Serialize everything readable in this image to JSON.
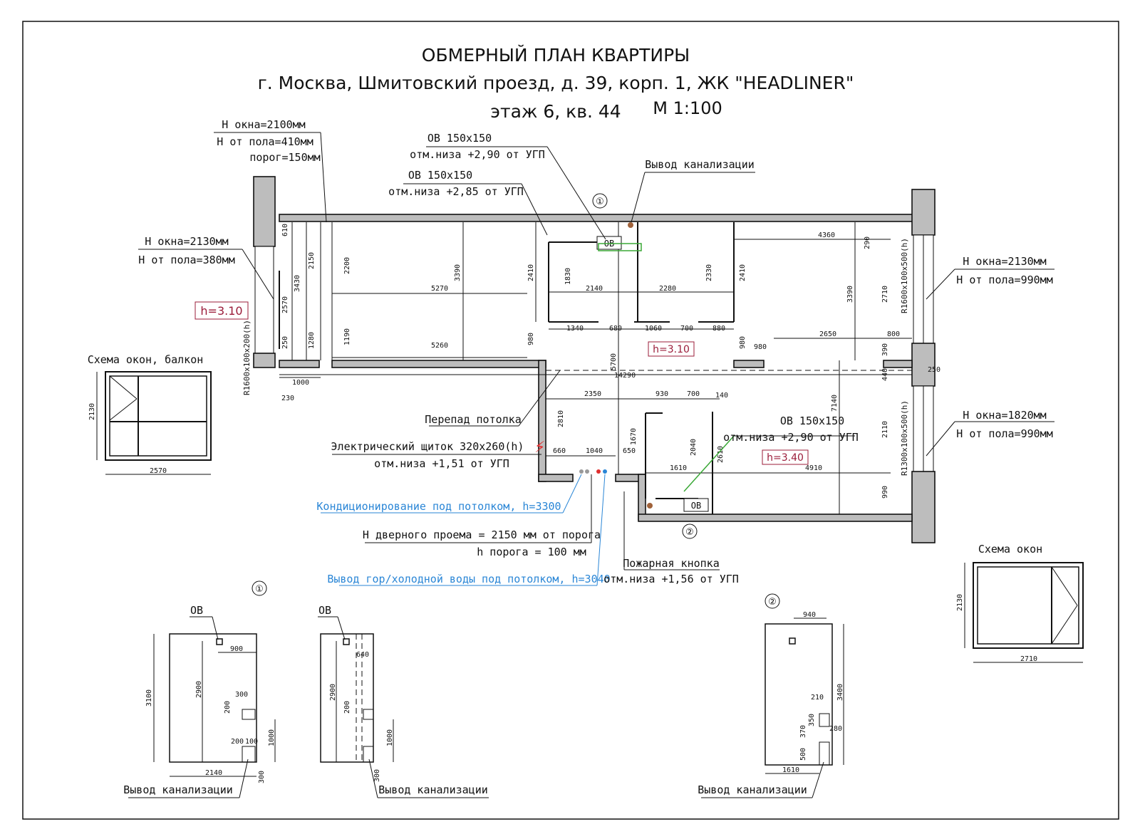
{
  "title": {
    "line1": "ОБМЕРНЫЙ ПЛАН КВАРТИРЫ",
    "line2": "г. Москва, Шмитовский проезд, д. 39, корп. 1, ЖК \"HEADLINER\"",
    "line3": "этаж 6, кв. 44",
    "scale": "М 1:100"
  },
  "annotations": {
    "window_left_top_h": "H окна=2100мм",
    "window_left_top_floor": "H от пола=410мм",
    "window_left_top_sill": "порог=150мм",
    "window_left_h": "H окна=2130мм",
    "window_left_floor": "H от пола=380мм",
    "window_right_top_h": "H окна=2130мм",
    "window_right_top_floor": "H от пола=990мм",
    "window_right_bottom_h": "H окна=1820мм",
    "window_right_bottom_floor": "H от пола=990мм",
    "ov1_name": "ОВ 150х150",
    "ov1_level": "отм.низа +2,90 от УГП",
    "ov2_name": "ОВ 150х150",
    "ov2_level": "отм.низа +2,85 от УГП",
    "ov3_name": "ОВ 150х150",
    "ov3_level": "отм.низа +2,90 от УГП",
    "sewer_out": "Вывод канализации",
    "ceiling_drop": "Перепад потолка",
    "panel": "Электрический щиток 320х260(h)",
    "panel_level": "отм.низа +1,51 от УГП",
    "ac": "Кондиционирование под потолком, h=3300",
    "door_h": "H дверного проема = 2150 мм от порога",
    "door_sill": "h порога = 100 мм",
    "water": "Вывод гор/холодной воды под потолком, h=3040",
    "fire_btn": "Пожарная кнопка",
    "fire_level": "отм.низа +1,56 от УГП",
    "ov_short": "ОВ",
    "marker1": "①",
    "marker2": "②",
    "h310a": "h=3.10",
    "h310b": "h=3.10",
    "h340": "h=3.40",
    "win_code_left": "R1600х100х200(h)",
    "win_code_right_top": "R1600х100х500(h)",
    "win_code_right_bottom": "R1300х100х500(h)"
  },
  "schemes": {
    "balcony_title": "Схема окон, балкон",
    "balcony_w": "2570",
    "balcony_h": "2130",
    "windows_title": "Схема окон",
    "windows_w": "2710",
    "windows_h": "2130"
  },
  "details": {
    "d1_marker": "①",
    "d1_ov": "ОВ",
    "d1_sewer": "Вывод канализации",
    "d1a_w": "2140",
    "d1a_h": "3100",
    "d1a_900": "900",
    "d1a_2900": "2900",
    "d1a_300": "300",
    "d1a_200": "200",
    "d1a_200b": "200",
    "d1a_100": "100",
    "d1a_1000": "1000",
    "d1a_300b": "300",
    "d1b_ov": "ОВ",
    "d1b_640": "640",
    "d1b_2900": "2900",
    "d1b_200": "200",
    "d1b_1000": "1000",
    "d1b_300": "300",
    "d1b_sewer": "Вывод канализации",
    "d2_marker": "②",
    "d2_940": "940",
    "d2_3400": "3400",
    "d2_210": "210",
    "d2_350": "350",
    "d2_370": "370",
    "d2_280": "280",
    "d2_500": "500",
    "d2_1610": "1610",
    "d2_sewer": "Вывод канализации"
  },
  "dims": {
    "d610": "610",
    "d3430": "3430",
    "d2150": "2150",
    "d2200": "2200",
    "d3390a": "3390",
    "d2570": "2570",
    "d250": "250",
    "d1280": "1280",
    "d1190": "1190",
    "d1000": "1000",
    "d230": "230",
    "d5270": "5270",
    "d5260": "5260",
    "d2410a": "2410",
    "d980a": "980",
    "d1830": "1830",
    "d2140": "2140",
    "d1340": "1340",
    "d680": "680",
    "d1060": "1060",
    "d700a": "700",
    "d880": "880",
    "d2330": "2330",
    "d2280": "2280",
    "d2410b": "2410",
    "d980b": "980",
    "d980c": "980",
    "d4360": "4360",
    "d290": "290",
    "d3390b": "3390",
    "d2710": "2710",
    "d2650": "2650",
    "d800": "800",
    "d390": "390",
    "d250b": "250",
    "d440": "440",
    "d14290": "14290",
    "d5700": "5700",
    "d7140": "7140",
    "d2350": "2350",
    "d930": "930",
    "d700b": "700",
    "d140": "140",
    "d2810": "2810",
    "d660": "660",
    "d1040": "1040",
    "d650": "650",
    "d1670": "1670",
    "d2040": "2040",
    "d2610": "2610",
    "d1610": "1610",
    "d4910": "4910",
    "d2110": "2110",
    "d990": "990"
  },
  "colors": {
    "blue": "#2a86d6",
    "red": "#9b1c3a",
    "green": "#3aa836",
    "brown": "#a0623a",
    "ac_dot": "#2a86d6",
    "water_dot": "#e03030"
  }
}
